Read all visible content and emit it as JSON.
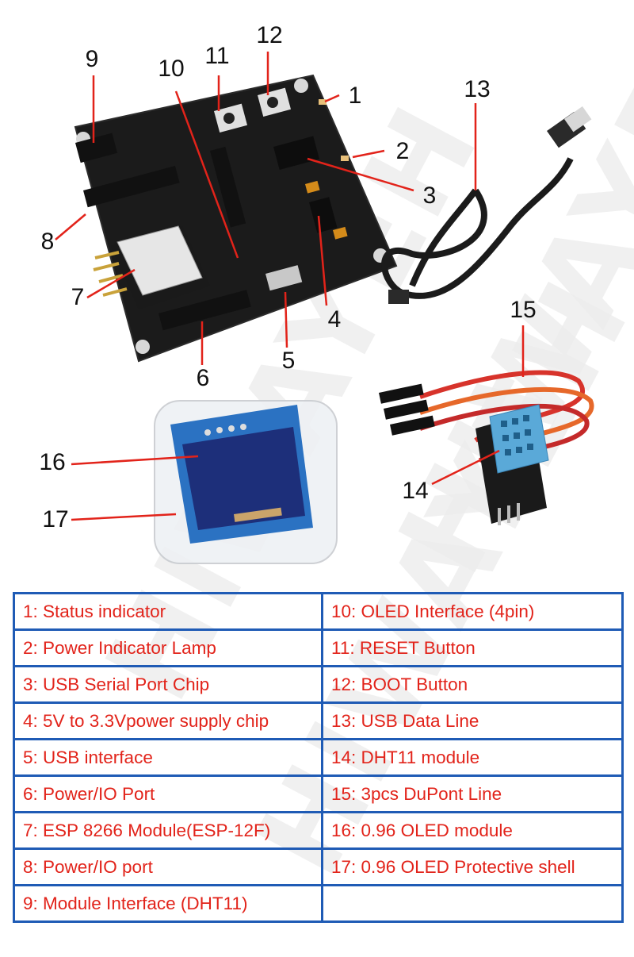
{
  "watermark": {
    "text": "HIWAYEH"
  },
  "callouts": [
    "1",
    "2",
    "3",
    "4",
    "5",
    "6",
    "7",
    "8",
    "9",
    "10",
    "11",
    "12",
    "13",
    "14",
    "15",
    "16",
    "17"
  ],
  "legend": {
    "left": [
      "1:  Status indicator",
      "2: Power Indicator Lamp",
      "3: USB Serial Port Chip",
      "4:  5V to 3.3Vpower supply chip",
      "5: USB interface",
      "6: Power/IO Port",
      "7: ESP 8266 Module(ESP-12F)",
      "8: Power/IO port",
      "9: Module Interface (DHT11)"
    ],
    "right": [
      "10: OLED Interface (4pin)",
      "11: RESET Button",
      "12: BOOT Button",
      "13: USB Data Line",
      "14: DHT11 module",
      "15: 3pcs DuPont Line",
      "16: 0.96 OLED module",
      "17: 0.96 OLED Protective shell",
      ""
    ]
  },
  "colors": {
    "legend_text": "#e2231a",
    "table_border": "#1f5bb5",
    "leader_line": "#e2231a",
    "pcb": "#1a1a1a"
  }
}
